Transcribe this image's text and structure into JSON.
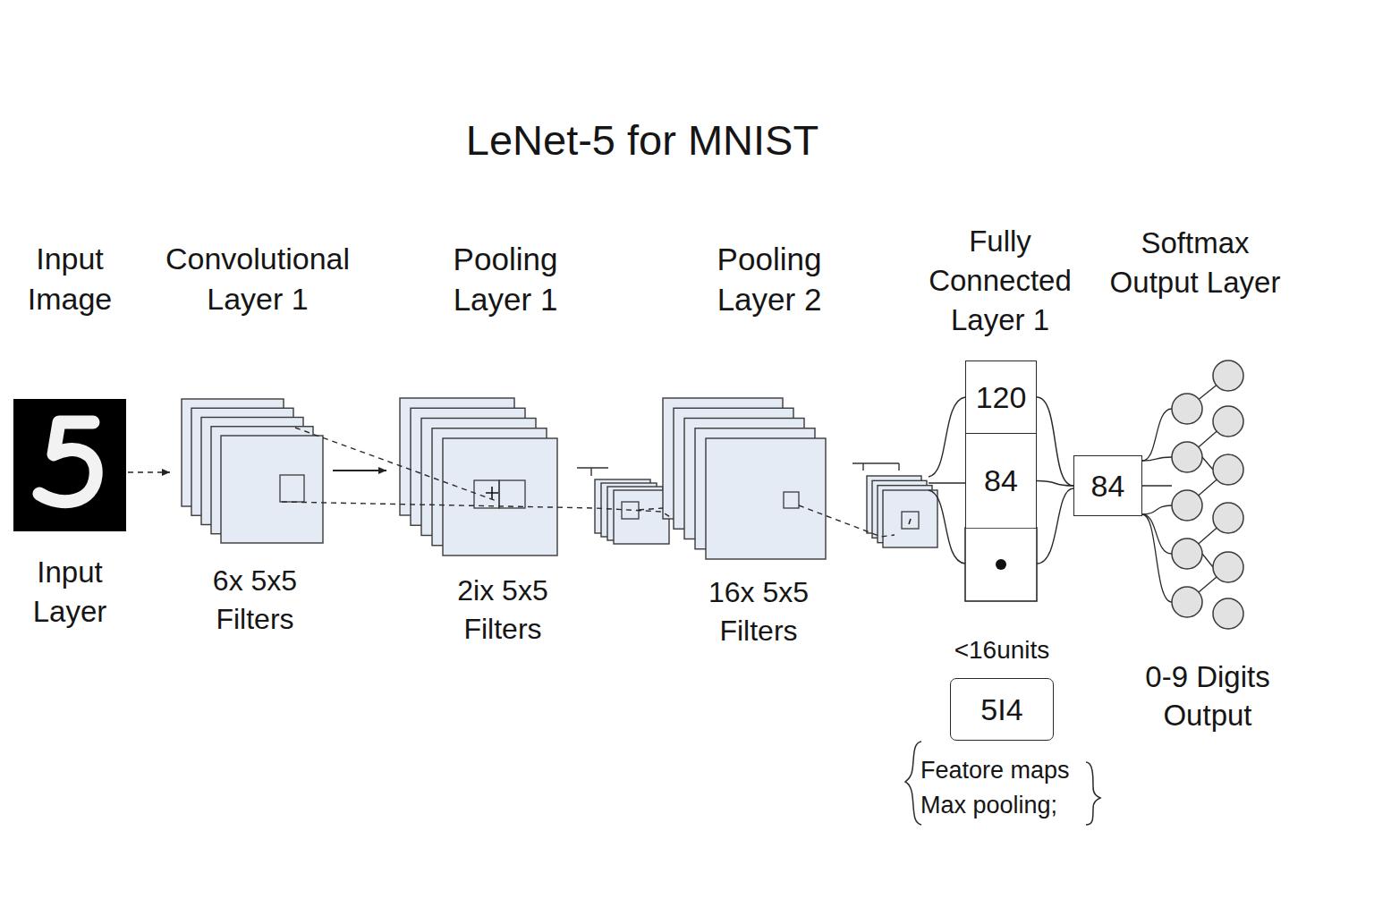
{
  "diagram": {
    "title": "LeNet-5 for MNIST",
    "nodes": [
      {
        "text": [
          "120"
        ]
      },
      {
        "text": [
          "84"
        ]
      },
      {
        "text": [
          "84"
        ]
      },
      {
        "text": [
          "5I4"
        ]
      }
    ],
    "edges": [
      {
        "from": 0,
        "to": 2,
        "arrow": "none"
      },
      {
        "from": 1,
        "to": 2,
        "arrow": "none"
      }
    ],
    "labels": [
      "Input Image",
      "Convolutional Layer 1",
      "Pooling Layer 1",
      "Pooling Layer 2",
      "Fully Connected Layer 1",
      "Softmax Output Layer",
      "Input Layer",
      "6x 5x5 Filters",
      "2ix 5x5 Filters",
      "16x 5x5 Filters",
      "<16units",
      "Featore maps Max pooling;",
      "0-9 Digits Output"
    ]
  }
}
